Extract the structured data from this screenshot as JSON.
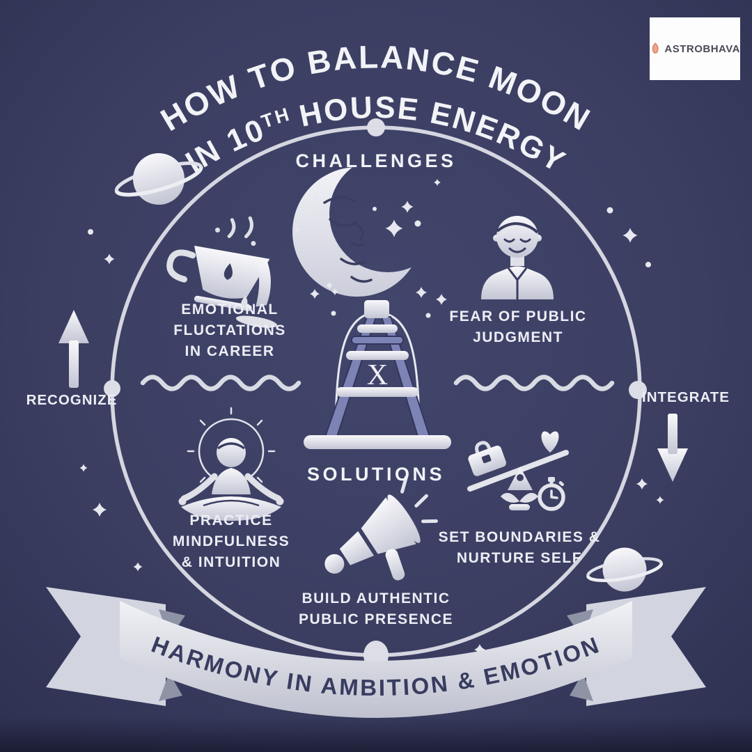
{
  "brand": {
    "name": "ASTROBHAVA",
    "accent_color": "#e0896d"
  },
  "title": {
    "line1": "HOW TO BALANCE MOON",
    "line2_pre": "IN 10",
    "line2_sup": "TH",
    "line2_post": "HOUSE ENERGY"
  },
  "diagram": {
    "top_label": "CHALLENGES",
    "center_label": "SOLUTIONS",
    "left_label": "RECOGNIZE",
    "right_label": "INTEGRATE",
    "house_numeral": "X",
    "challenges": [
      {
        "icon": "spilling-cup-icon",
        "label": "EMOTIONAL\nFLUCTATIONS\nIN CAREER"
      },
      {
        "icon": "calm-person-icon",
        "label": "FEAR OF PUBLIC\nJUDGMENT"
      }
    ],
    "solutions": [
      {
        "icon": "meditation-icon",
        "label": "PRACTICE\nMINDFULNESS\n& INTUITION"
      },
      {
        "icon": "work-life-balance-icon",
        "label": "SET BOUNDARIES &\nNURTURE SELF"
      },
      {
        "icon": "megaphone-icon",
        "label": "BUILD AUTHENTIC\nPUBLIC PRESENCE"
      }
    ]
  },
  "banner": {
    "text": "HARMONY IN AMBITION & EMOTION"
  },
  "colors": {
    "background": "#3b3e61",
    "ink": "#edeef5",
    "silver": "#d9dbe4",
    "ladder_purple": "#7e83b6",
    "navy_text": "#383c5f"
  }
}
